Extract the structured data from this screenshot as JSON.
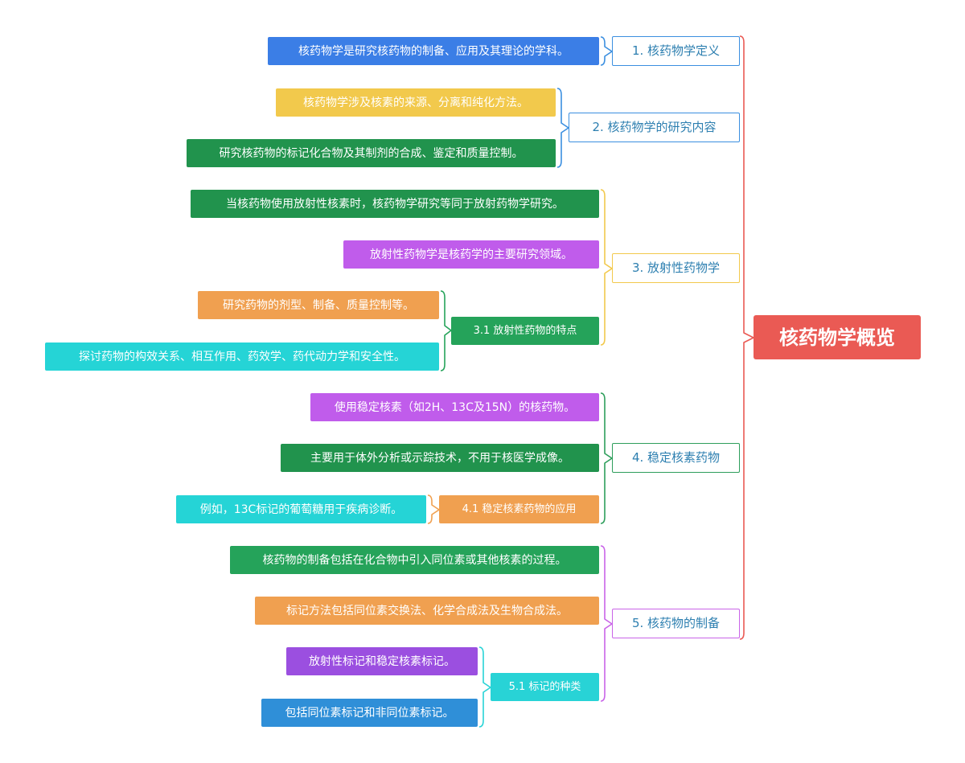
{
  "root": {
    "label": "核药物学概览",
    "color": "#ea5a54"
  },
  "branches": {
    "b1": {
      "label": "1. 核药物学定义",
      "color": "#3b8fe0"
    },
    "b2": {
      "label": "2. 核药物学的研究内容",
      "color": "#3b8fe0"
    },
    "b3": {
      "label": "3. 放射性药物学",
      "color": "#f2c94c"
    },
    "b4": {
      "label": "4. 稳定核素药物",
      "color": "#2e9e5b"
    },
    "b5": {
      "label": "5. 核药物的制备",
      "color": "#c964e8"
    }
  },
  "subtopics": {
    "s31": {
      "label": "3.1 放射性药物的特点",
      "color": "#25a35a"
    },
    "s41": {
      "label": "4.1 稳定核素药物的应用",
      "color": "#f0a050"
    },
    "s51": {
      "label": "5.1 标记的种类",
      "color": "#28d3d6"
    }
  },
  "leaves": {
    "l1": {
      "label": "核药物学是研究核药物的制备、应用及其理论的学科。",
      "color": "#3b7ee6"
    },
    "l2": {
      "label": "核药物学涉及核素的来源、分离和纯化方法。",
      "color": "#f2c94c"
    },
    "l3": {
      "label": "研究核药物的标记化合物及其制剂的合成、鉴定和质量控制。",
      "color": "#21934d"
    },
    "l4": {
      "label": "当核药物使用放射性核素时，核药物学研究等同于放射药物学研究。",
      "color": "#21934d"
    },
    "l5": {
      "label": "放射性药物学是核药学的主要研究领域。",
      "color": "#c05ceb"
    },
    "l6": {
      "label": "研究药物的剂型、制备、质量控制等。",
      "color": "#f0a050"
    },
    "l7": {
      "label": "探讨药物的构效关系、相互作用、药效学、药代动力学和安全性。",
      "color": "#25d4d6"
    },
    "l8": {
      "label": "使用稳定核素（如2H、13C及15N）的核药物。",
      "color": "#c05ceb"
    },
    "l9": {
      "label": "主要用于体外分析或示踪技术，不用于核医学成像。",
      "color": "#21934d"
    },
    "l10": {
      "label": "例如，13C标记的葡萄糖用于疾病诊断。",
      "color": "#25d4d6"
    },
    "l11": {
      "label": "核药物的制备包括在化合物中引入同位素或其他核素的过程。",
      "color": "#25a35a"
    },
    "l12": {
      "label": "标记方法包括同位素交换法、化学合成法及生物合成法。",
      "color": "#f0a050"
    },
    "l13": {
      "label": "放射性标记和稳定核素标记。",
      "color": "#9b4fe0"
    },
    "l14": {
      "label": "包括同位素标记和非同位素标记。",
      "color": "#2f8fd8"
    }
  },
  "text_color": "#2d7fb0"
}
